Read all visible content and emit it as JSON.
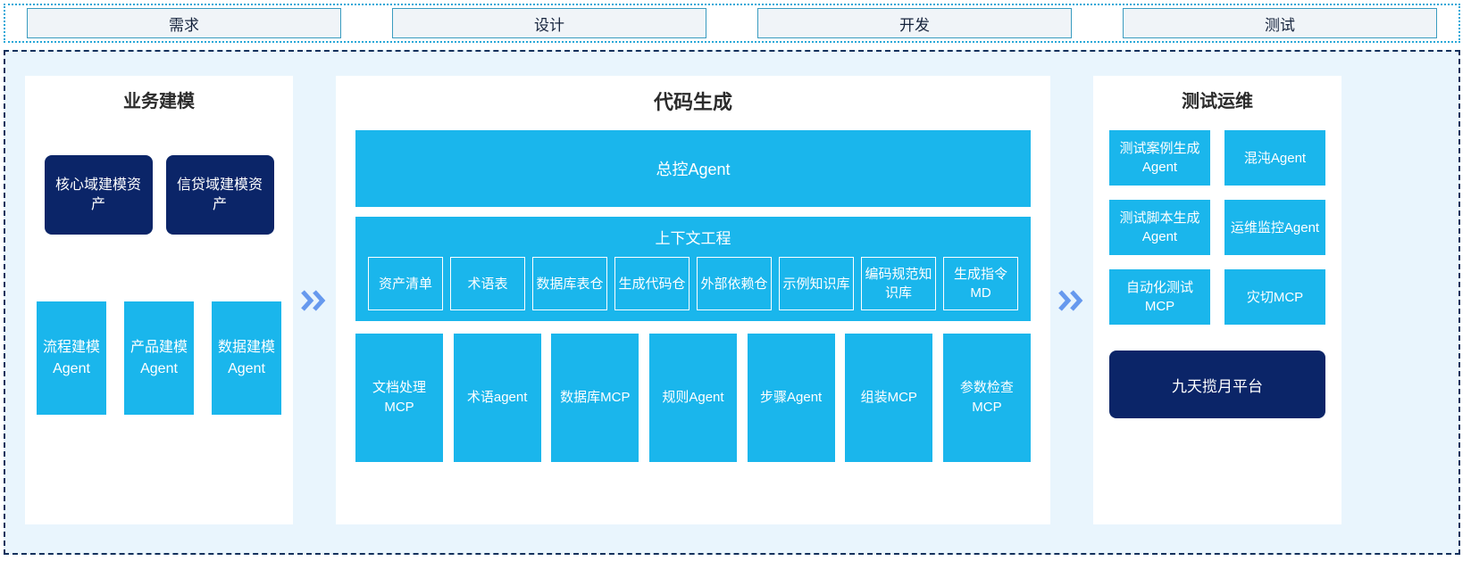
{
  "phases": [
    {
      "label": "需求"
    },
    {
      "label": "设计"
    },
    {
      "label": "开发"
    },
    {
      "label": "测试"
    }
  ],
  "colors": {
    "cyan": "#1ab6ec",
    "navy": "#0b2568",
    "panel_bg": "#ffffff",
    "frame_bg": "#e9f5fd",
    "frame_border": "#13315c",
    "phase_border": "#3a9cc0",
    "phase_fill": "#f0f4f8",
    "chevron": "#6699ee"
  },
  "business_modeling": {
    "title": "业务建模",
    "assets": [
      {
        "label": "核心域建模资产"
      },
      {
        "label": "信贷域建模资产"
      }
    ],
    "agents": [
      {
        "label": "流程建模Agent"
      },
      {
        "label": "产品建模Agent"
      },
      {
        "label": "数据建模Agent"
      }
    ]
  },
  "code_generation": {
    "title": "代码生成",
    "master_agent": "总控Agent",
    "context_engineering": {
      "title": "上下文工程",
      "items": [
        {
          "label": "资产清单"
        },
        {
          "label": "术语表"
        },
        {
          "label": "数据库表仓"
        },
        {
          "label": "生成代码仓"
        },
        {
          "label": "外部依赖仓"
        },
        {
          "label": "示例知识库"
        },
        {
          "label": "编码规范知识库"
        },
        {
          "label": "生成指令MD"
        }
      ]
    },
    "tools": [
      {
        "label": "文档处理MCP"
      },
      {
        "label": "术语agent"
      },
      {
        "label": "数据库MCP"
      },
      {
        "label": "规则Agent"
      },
      {
        "label": "步骤Agent"
      },
      {
        "label": "组装MCP"
      },
      {
        "label": "参数检查MCP"
      }
    ]
  },
  "test_ops": {
    "title": "测试运维",
    "items": [
      {
        "label": "测试案例生成Agent"
      },
      {
        "label": "混沌Agent"
      },
      {
        "label": "测试脚本生成Agent"
      },
      {
        "label": "运维监控Agent"
      },
      {
        "label": "自动化测试MCP"
      },
      {
        "label": "灾切MCP"
      }
    ],
    "platform": "九天揽月平台"
  },
  "separators": {
    "icon": "double-chevron-right-icon"
  }
}
